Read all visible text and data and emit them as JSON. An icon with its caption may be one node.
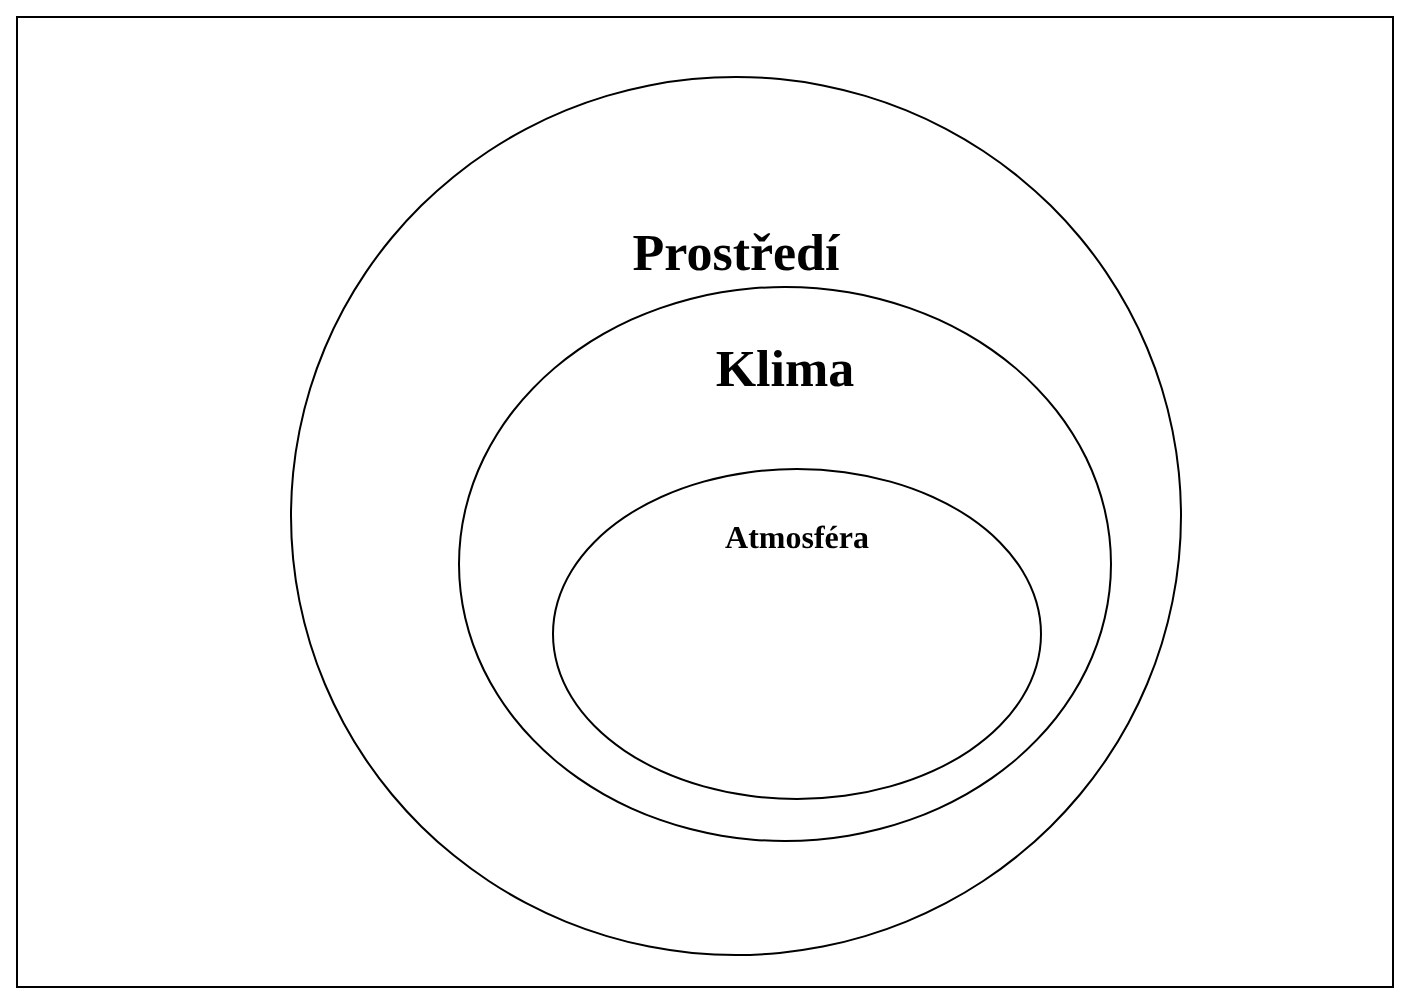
{
  "diagram": {
    "nodes": [
      {
        "text": [
          "Prostředí"
        ]
      },
      {
        "text": [
          "Klima"
        ],
        "in": 0
      },
      {
        "text": [
          "Atmosféra"
        ],
        "in": 1
      }
    ]
  }
}
